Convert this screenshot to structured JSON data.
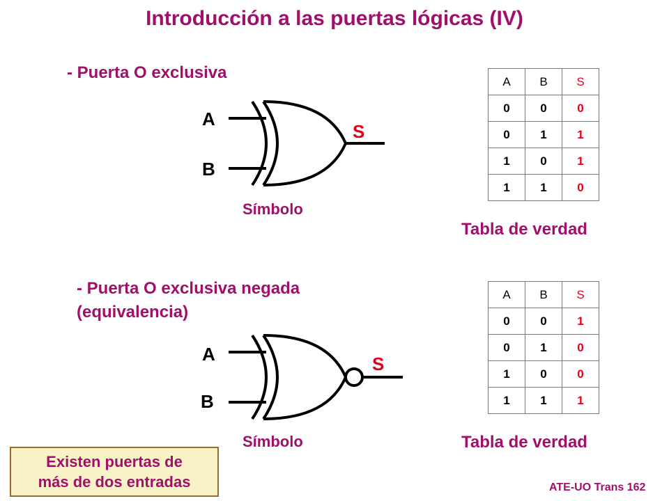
{
  "title": "Introducción a las puertas lógicas (IV)",
  "xor": {
    "heading": "- Puerta  O exclusiva",
    "input_a": "A",
    "input_b": "B",
    "output": "S",
    "symbol_label": "Símbolo",
    "table_caption": "Tabla de verdad",
    "table": {
      "headers": [
        "A",
        "B",
        "S"
      ],
      "rows": [
        [
          "0",
          "0",
          "0"
        ],
        [
          "0",
          "1",
          "1"
        ],
        [
          "1",
          "0",
          "1"
        ],
        [
          "1",
          "1",
          "0"
        ]
      ]
    }
  },
  "xnor": {
    "heading_line1": "- Puerta O exclusiva negada",
    "heading_line2": "(equivalencia)",
    "input_a": "A",
    "input_b": "B",
    "output": "S",
    "symbol_label": "Símbolo",
    "table_caption": "Tabla de verdad",
    "table": {
      "headers": [
        "A",
        "B",
        "S"
      ],
      "rows": [
        [
          "0",
          "0",
          "1"
        ],
        [
          "0",
          "1",
          "0"
        ],
        [
          "1",
          "0",
          "0"
        ],
        [
          "1",
          "1",
          "1"
        ]
      ]
    }
  },
  "note": {
    "line1": "Existen puertas de",
    "line2": "más de dos entradas"
  },
  "footer": "ATE-UO Trans 162",
  "colors": {
    "accent": "#a0106a",
    "output": "#e3001b",
    "note_bg": "#f8f3c6",
    "note_border": "#9a6a2a"
  }
}
